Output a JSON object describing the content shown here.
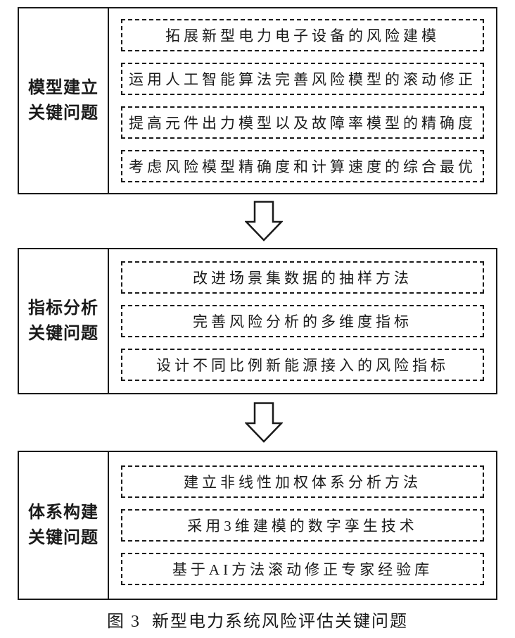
{
  "figure": {
    "sections": [
      {
        "label_line1": "模型建立",
        "label_line2": "关键问题",
        "items": [
          "拓展新型电力电子设备的风险建模",
          "运用人工智能算法完善风险模型的滚动修正",
          "提高元件出力模型以及故障率模型的精确度",
          "考虑风险模型精确度和计算速度的综合最优"
        ]
      },
      {
        "label_line1": "指标分析",
        "label_line2": "关键问题",
        "items": [
          "改进场景集数据的抽样方法",
          "完善风险分析的多维度指标",
          "设计不同比例新能源接入的风险指标"
        ]
      },
      {
        "label_line1": "体系构建",
        "label_line2": "关键问题",
        "items": [
          "建立非线性加权体系分析方法",
          "采用3维建模的数字孪生技术",
          "基于AI方法滚动修正专家经验库"
        ]
      }
    ],
    "caption": {
      "prefix": "图 3",
      "text": "新型电力系统风险评估关键问题"
    },
    "colors": {
      "line": "#1a1a1a",
      "background": "#ffffff",
      "text": "#1a1a1a"
    }
  }
}
